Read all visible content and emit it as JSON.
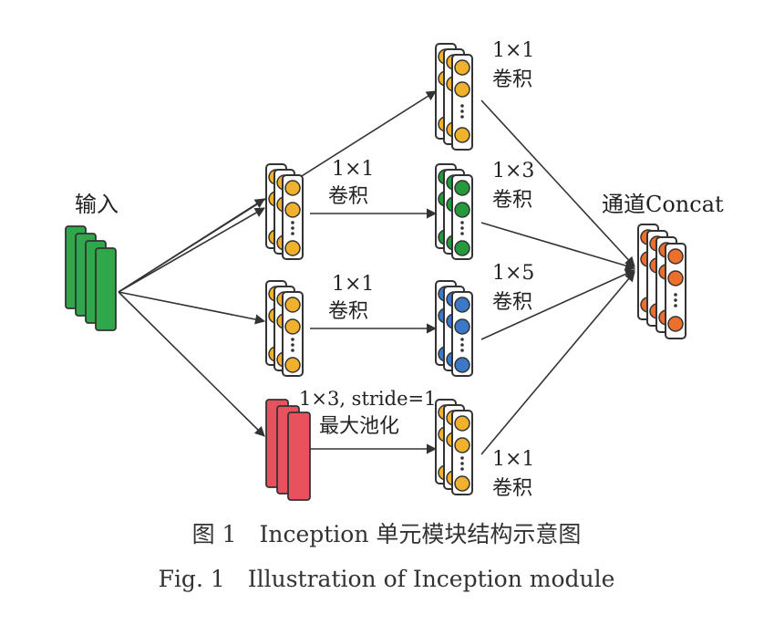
{
  "labels": {
    "input": "输入",
    "concat": "通道Concat",
    "conv_top_size": "1×1",
    "conv_top_name": "卷积",
    "b1_pre_size": "1×1",
    "b1_pre_name": "卷积",
    "b1_conv_size": "1×3",
    "b1_conv_name": "卷积",
    "b2_pre_size": "1×1",
    "b2_pre_name": "卷积",
    "b2_conv_size": "1×5",
    "b2_conv_name": "卷积",
    "pool_line1": "1×3, stride=1",
    "pool_line2": "最大池化",
    "pool_conv_size": "1×1",
    "pool_conv_name": "卷积"
  },
  "caption": {
    "cn": "图 1　Inception 单元模块结构示意图",
    "en": "Fig. 1　Illustration of Inception module"
  },
  "colors": {
    "input": "#2ea84a",
    "pool": "#e8525e",
    "yellow": "#f0b22c",
    "green": "#259a3c",
    "blue": "#3c78c8",
    "orange": "#ec6f2c"
  }
}
